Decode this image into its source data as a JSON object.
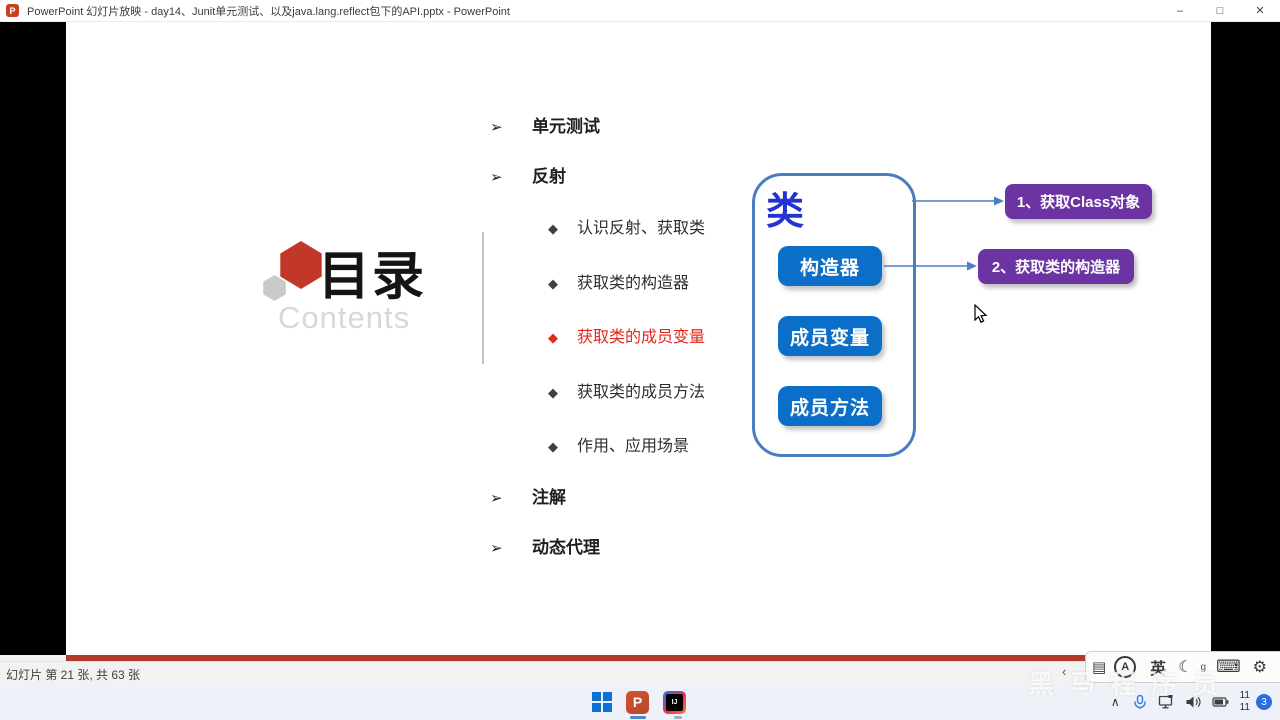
{
  "window": {
    "app_icon_letter": "P",
    "title": "PowerPoint 幻灯片放映  -  day14、Junit单元测试、以及java.lang.reflect包下的API.pptx - PowerPoint",
    "controls": {
      "minimize": "–",
      "maximize": "□",
      "close": "✕"
    }
  },
  "slide": {
    "toc": {
      "title": "目录",
      "subtitle": "Contents"
    },
    "bullets": {
      "level1": "➢",
      "level2": "◆"
    },
    "items": [
      {
        "label": "单元测试",
        "level": 1,
        "active": false
      },
      {
        "label": "反射",
        "level": 1,
        "active": false
      },
      {
        "label": "认识反射、获取类",
        "level": 2,
        "active": false
      },
      {
        "label": "获取类的构造器",
        "level": 2,
        "active": false
      },
      {
        "label": "获取类的成员变量",
        "level": 2,
        "active": true
      },
      {
        "label": "获取类的成员方法",
        "level": 2,
        "active": false
      },
      {
        "label": "作用、应用场景",
        "level": 2,
        "active": false
      },
      {
        "label": "注解",
        "level": 1,
        "active": false
      },
      {
        "label": "动态代理",
        "level": 1,
        "active": false
      }
    ],
    "diagram": {
      "class_label": "类",
      "members": [
        "构造器",
        "成员变量",
        "成员方法"
      ],
      "steps": [
        "1、获取Class对象",
        "2、获取类的构造器"
      ],
      "colors": {
        "box_border": "#4a7cc0",
        "member_bg": "#0b6ec8",
        "step_bg": "#6b34a2",
        "class_text": "#2433cf",
        "arrow": "#4f7ec2"
      }
    },
    "accent_red_stripe": "#b13a2c",
    "active_item_color": "#e3271c"
  },
  "status_bar": {
    "text": "幻灯片 第 21 张, 共 63 张",
    "chevron": "‹"
  },
  "ime_bar": {
    "notepad_icon": "▤",
    "logo_letter": "A",
    "lang_mode": "英",
    "moon_icon": "☾",
    "small_badge": "g",
    "keyboard_icon": "⌨",
    "gear_icon": "⚙"
  },
  "taskbar": {
    "apps": [
      {
        "name": "Windows Start"
      },
      {
        "name": "PowerPoint",
        "letter": "P",
        "active": true
      },
      {
        "name": "IntelliJ IDEA",
        "letters": "IJ",
        "active": true
      }
    ],
    "tray": {
      "chevron": "∧",
      "clock_line1": "11",
      "clock_line2": "11",
      "notification_badge": "3"
    }
  },
  "watermark": {
    "text": "黑马程序员"
  }
}
